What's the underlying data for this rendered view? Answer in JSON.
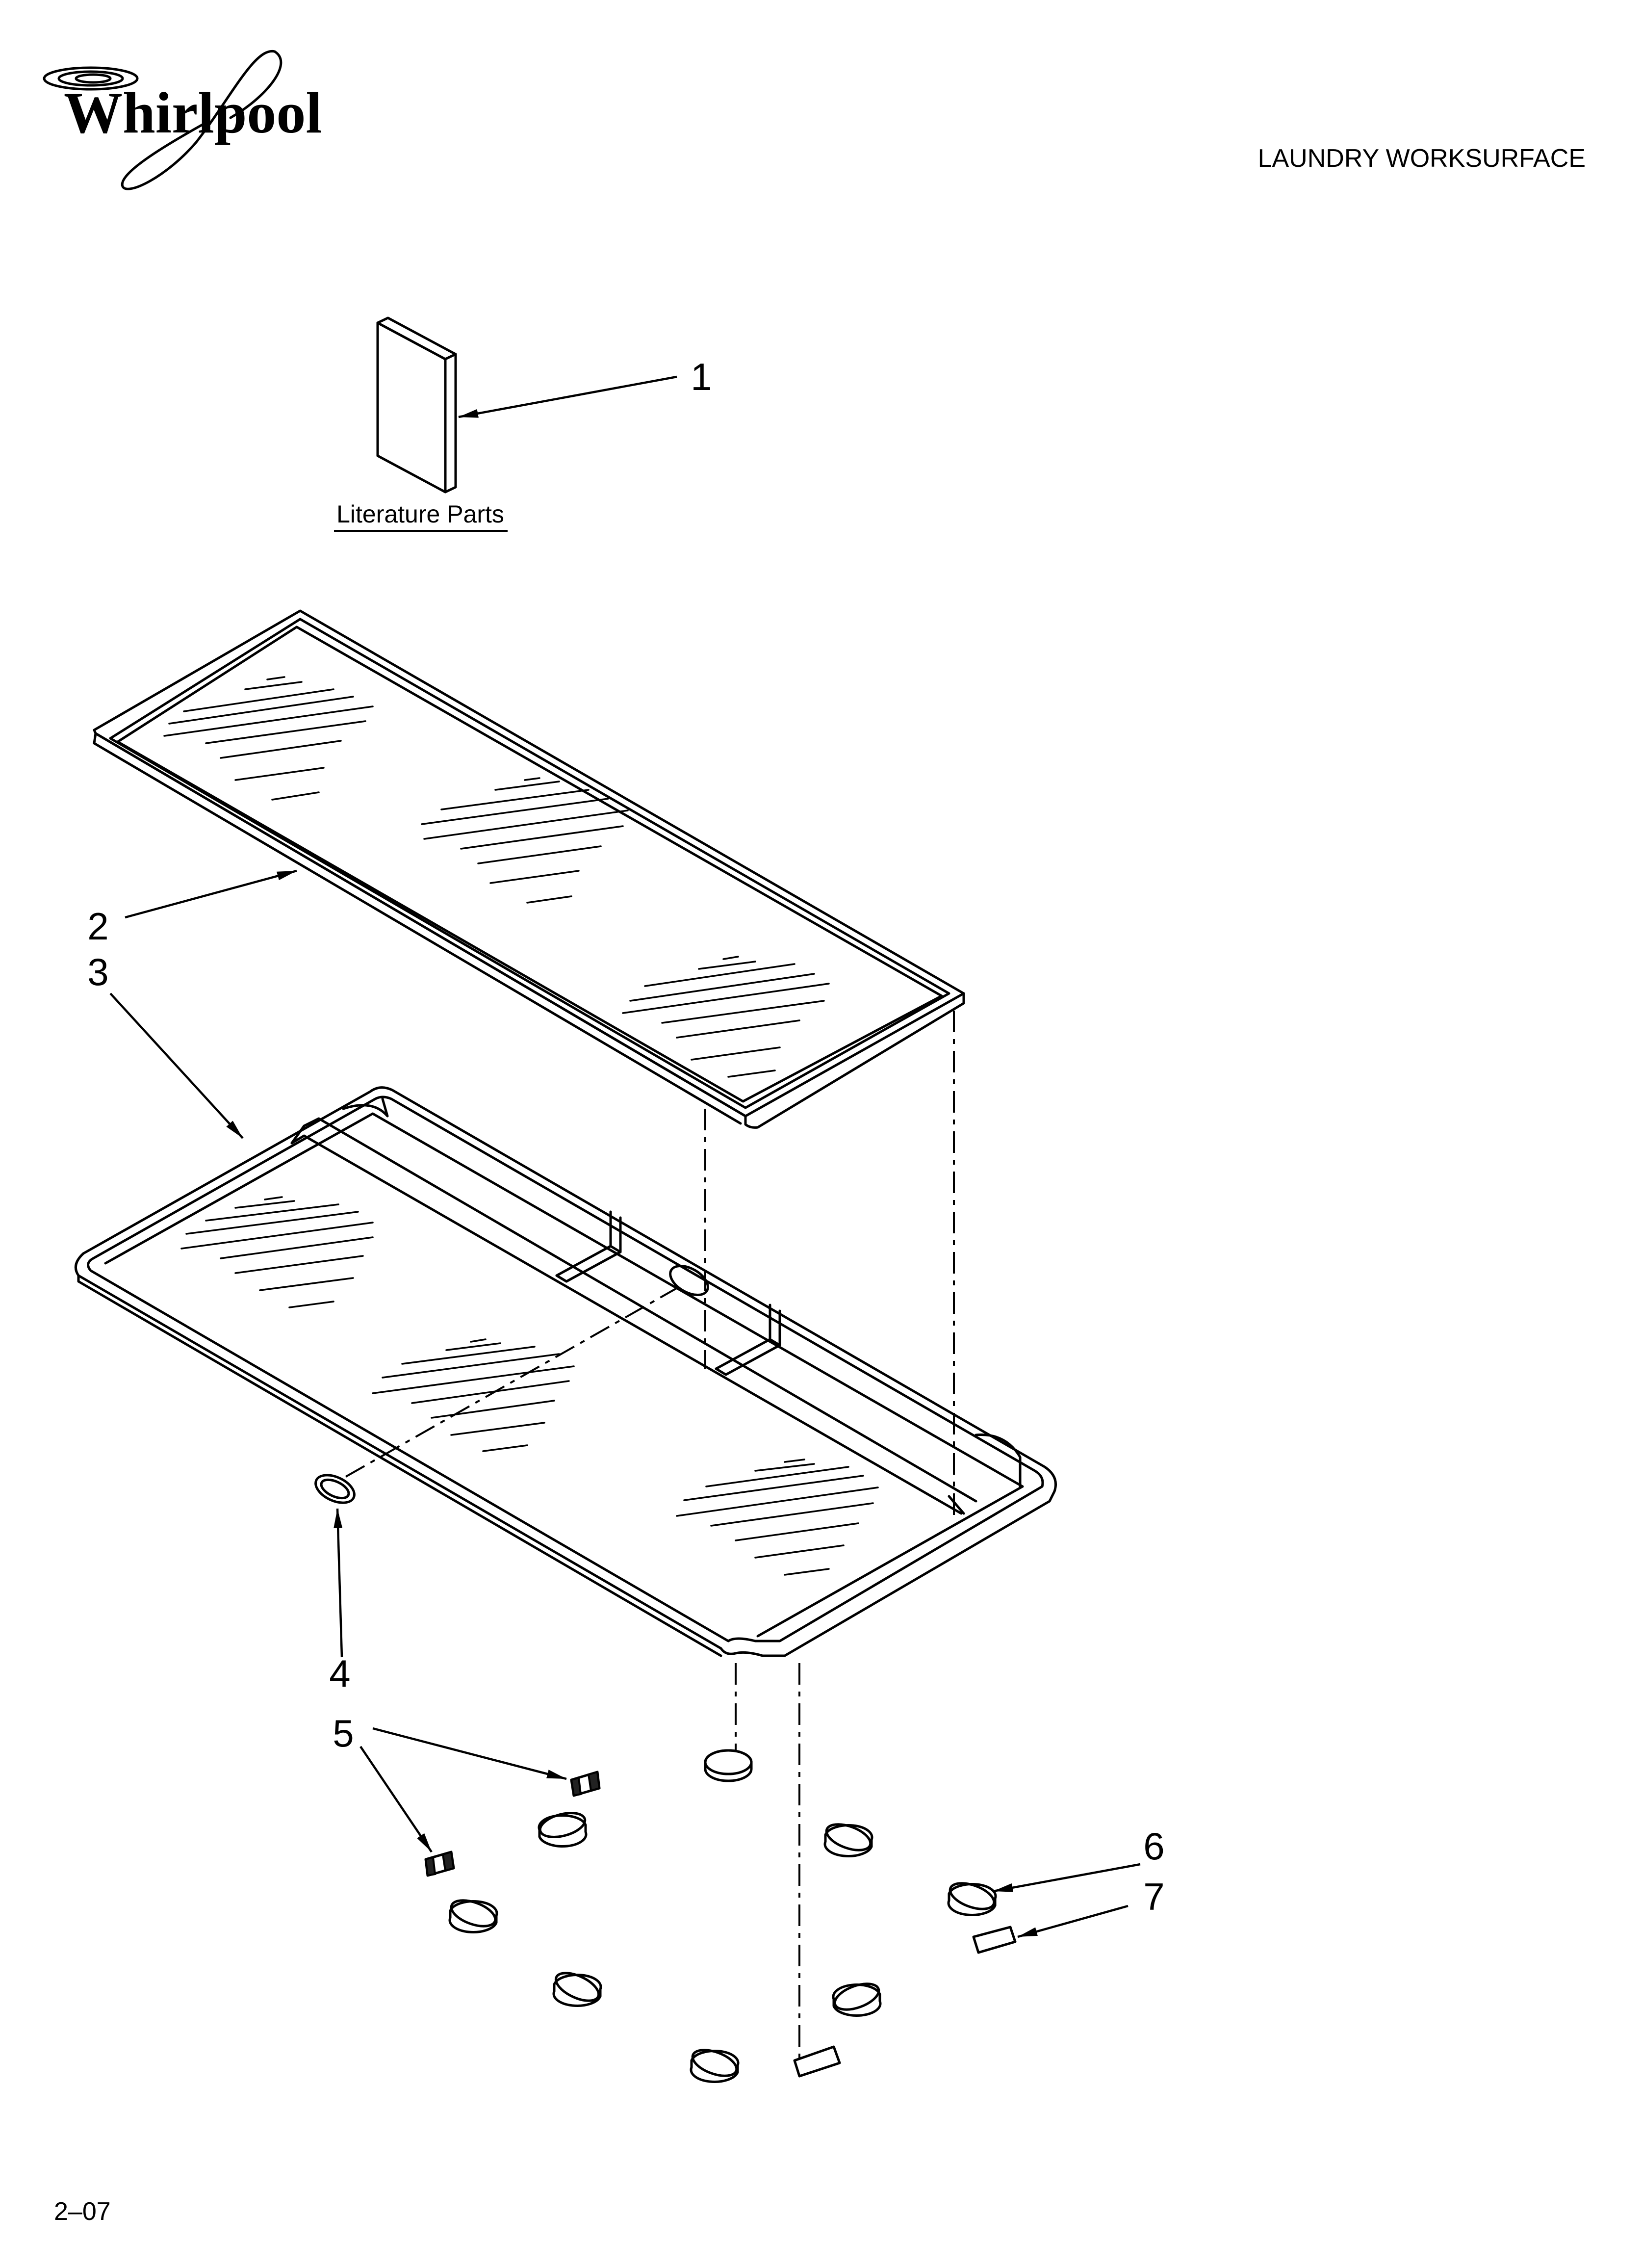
{
  "brand": {
    "logo_text": "Whirlpool"
  },
  "header": {
    "title": "LAUNDRY WORKSURFACE"
  },
  "callouts": {
    "literature_label": "Literature Parts",
    "n1": "1",
    "n2": "2",
    "n3": "3",
    "n4": "4",
    "n5": "5",
    "n6": "6",
    "n7": "7"
  },
  "footer": {
    "code": "2–07"
  }
}
